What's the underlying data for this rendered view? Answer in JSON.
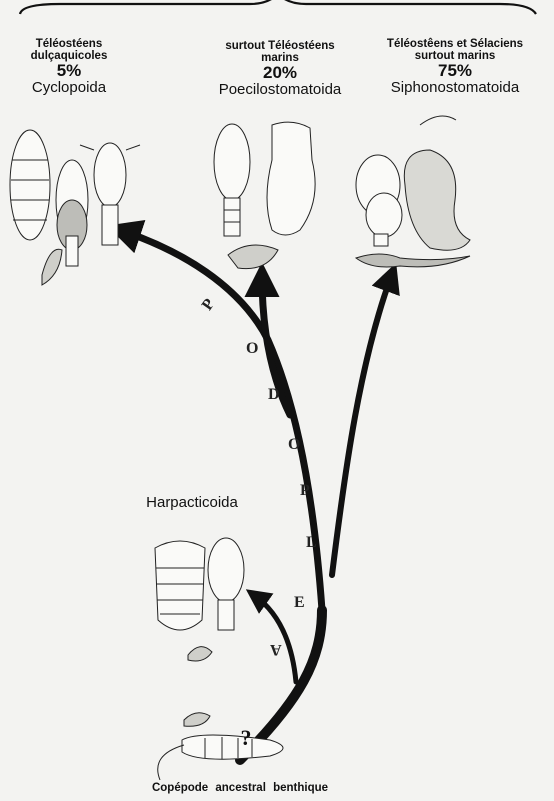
{
  "groups": [
    {
      "hosts": "Téléostéens dulçaquicoles",
      "percent": "5%",
      "order": "Cyclopoida"
    },
    {
      "hosts": "surtout Téléostéens marins",
      "percent": "20%",
      "order": "Poecilostomatoida"
    },
    {
      "hosts": "Téléostêens et Sélaciens surtout marins",
      "percent": "75%",
      "order": "Siphonostomatoida"
    }
  ],
  "branch": {
    "order": "Harpacticoida",
    "letters": [
      "P",
      "O",
      "D",
      "O",
      "P",
      "L",
      "E",
      "A"
    ]
  },
  "ancestor": {
    "label": "Copépode ancestral benthique",
    "marker": "?"
  },
  "colors": {
    "arrow": "#111111",
    "background": "#f3f3f1"
  }
}
